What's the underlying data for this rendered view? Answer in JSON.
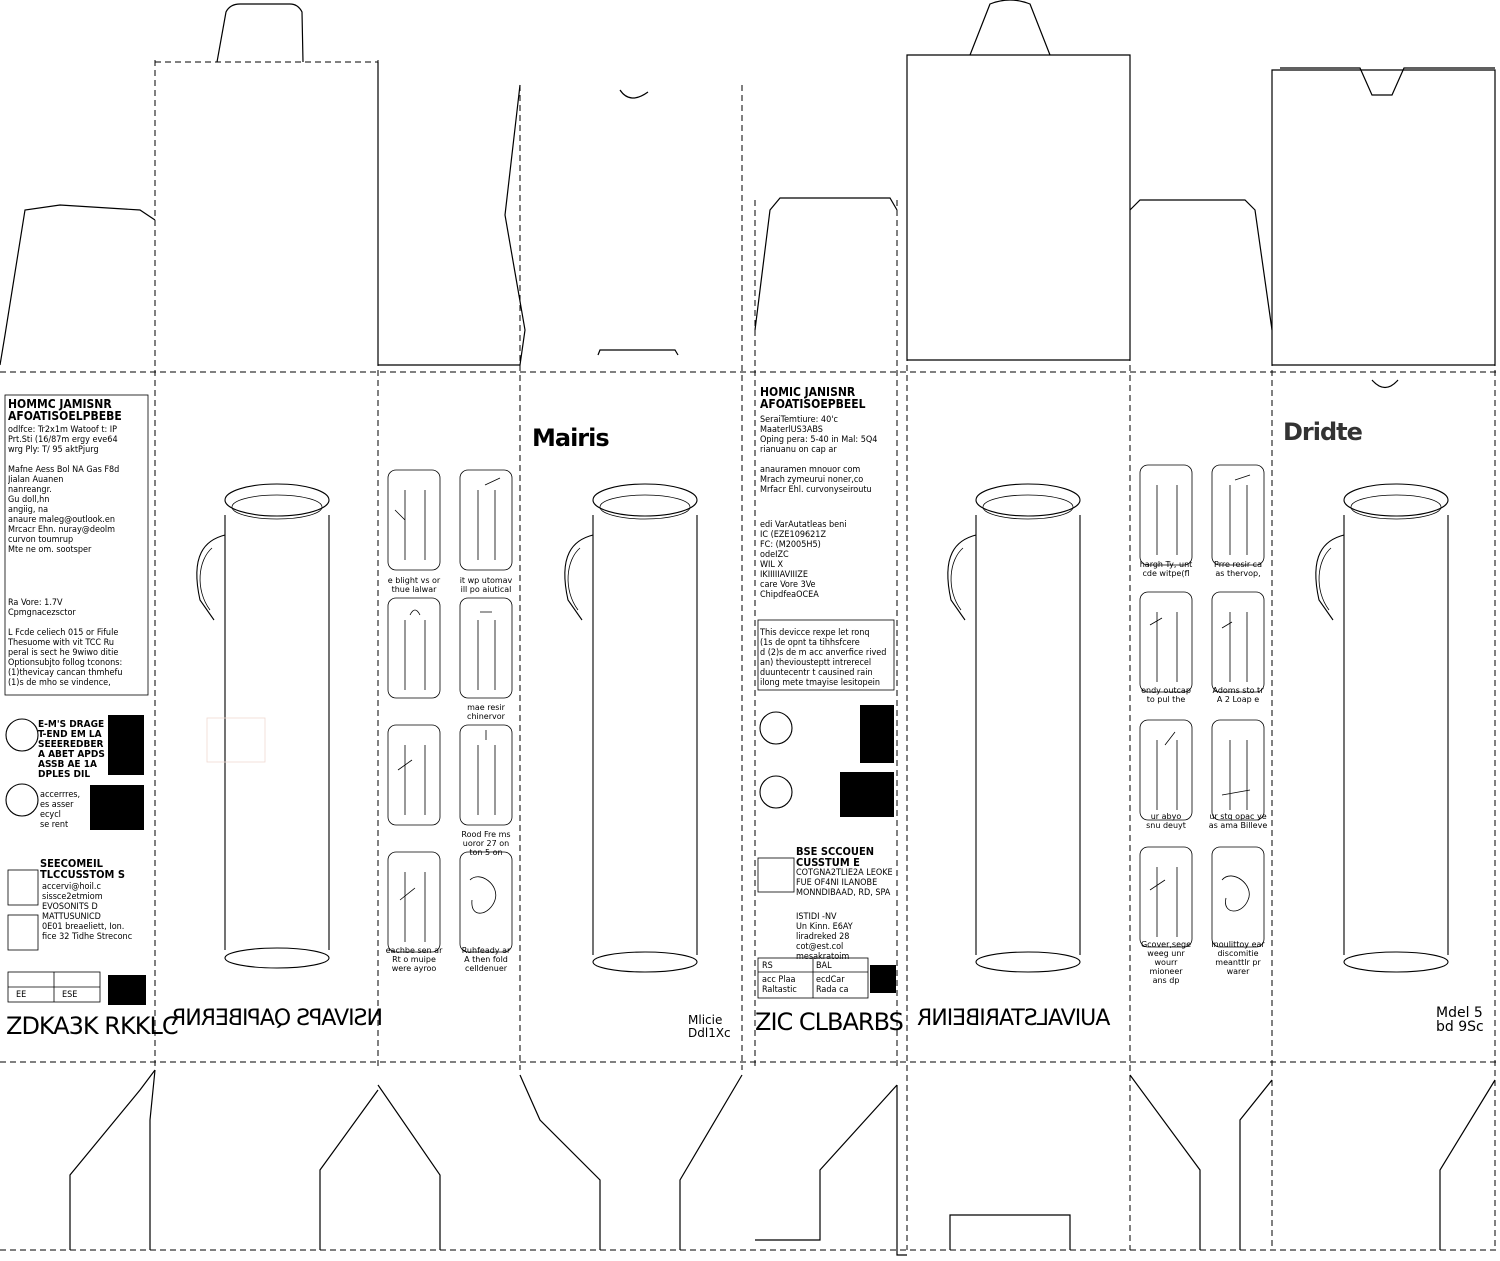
{
  "brand": {
    "front_left": "Mairis",
    "front_right": "Dridte"
  },
  "panel_left": {
    "spec_title": "HOMMC JAMISNR\nAFOATISOELPBEBE",
    "specs": "odlfce: Tr2x1m    Watoof t: IP\nPrt.Sti (16/87m    ergy eve64\nwrg Ply: T/ 95    aktPjurg\n\nMafne Aess Bol NA Gas F8d\n     Jialan Auanen\n     nanreangr.\n     Gu doll,hn\n     angiig, na\n  anaure maleg@outlook.en\nMrcacr Ehn. nuray@deolm\n  curvon toumrup\nMte ne om. sootsper",
    "contact": "Ra Vore: 1.7V\nCpmgnacezsctor\n\nL Fcde celiech 015 or Fifule\nThesuome with vit TCC Ru\n  peral is sect he 9wiwo ditie\nOptionsubjto follog tconons:\n  (1)thevicay cancan thmhefu\n(1)s de mho se vindence,",
    "warning": "E-M'S DRAGE\nT-END EM LA\nSEEEREDBER\nA ABET APDS\nASSB AE 1A\nDPLES DIL",
    "recycle": "accerrres,\nes asser\n  ecycl\nse rent",
    "service_title": "SEECOMEIL\nTLCCUSSTOM S",
    "service": "accervi@hoil.c\nsissce2etmiom\nEVOSONITS D\nMATTUSUNICD\n0E01 breaeliett, Ion.\nfice 32 Tidhe Streconc",
    "table": [
      "EE",
      "ESE"
    ],
    "code": "ZDKA3K RKKLC",
    "mirror_title": "NSIVAPS QAPIBERNR"
  },
  "panel_steps_left": {
    "captions": [
      "e blight vs or\nthue lalwar",
      "it wp utomav\nill po aiutical",
      "mae resir\nchinervor",
      "",
      "",
      "Rood Fre ms\nuoror 27 on\nton 5 on",
      "eachbe sen ar\nRt o muipe\nwere ayroo",
      "Ruhfeady ar\nA then fold\ncelldenuer"
    ]
  },
  "panel_model_left": {
    "model": "Mlicie\nDdl1Xc"
  },
  "panel_middle": {
    "spec_title": "HOMIC JANISNR\nAFOATISOEPBEEL",
    "specs": "SeraiTemtiure: 40'c MaaterlUS3ABS\nOping pera: 5-40 in Mal: 5Q4\n  rianuanu   on   cap  ar\n\n  anauramen mnouor com\n  Mrach zymeurui noner,co\nMrfacr Ehl. curvonyseiroutu",
    "ids": "   edi VarAutatleas beni\nIC (EZE109621Z\nFC: (M2005H5)\n  odeIZC\nWIL X\n  IKIIIIIAVIIIZE\ncare Vore 3Ve\nChipdfeaOCEA",
    "fcc": "This devicce rexpe let ronq\n(1s de opnt ta tihhsfcere\nd (2)s de m acc anverfice rived\nan) theviousteptt intrerecel\n  duuntecentr t causined rain\nilong mete tmayise lesitopein",
    "service_title": "BSE SCCOUEN\nCUSSTUM E",
    "service": "COTGNA2TLIE2A LEOKE\nFUE OF4NI ILANOBE\nMONNDIBAAD, RD, SPA",
    "address": "ISTIDI   -NV\nUn Kinn. E6AY\nliradreked 28\ncot@est.col\nmesakratoim",
    "table": [
      "RS",
      "BAL",
      "acc Plaa",
      "ecdCar",
      "Raltastic",
      "Rada ca"
    ],
    "code": "ZIC CLBARBS",
    "mirror_title": "AUIVALSTARIBEINR"
  },
  "panel_steps_right": {
    "captions": [
      "hargh Ty, unt\ncde witpe(fl",
      "Prre resir ca\nas thervop,",
      "endy outcap\nto pul the",
      "Adoms sto tr\nA 2 Loap e",
      "ur abyo\nsnu deuyt",
      "ur stq opac ye\nas ama Billeve",
      "Gcover,sege\nweeg unr wourr\nmioneer\nans dp",
      "Inoulittoy ear\ndiscomitie\nmeanttlr pr\nwarer"
    ]
  },
  "panel_model_right": {
    "model": "Mdel 5\nbd 9Sc"
  }
}
